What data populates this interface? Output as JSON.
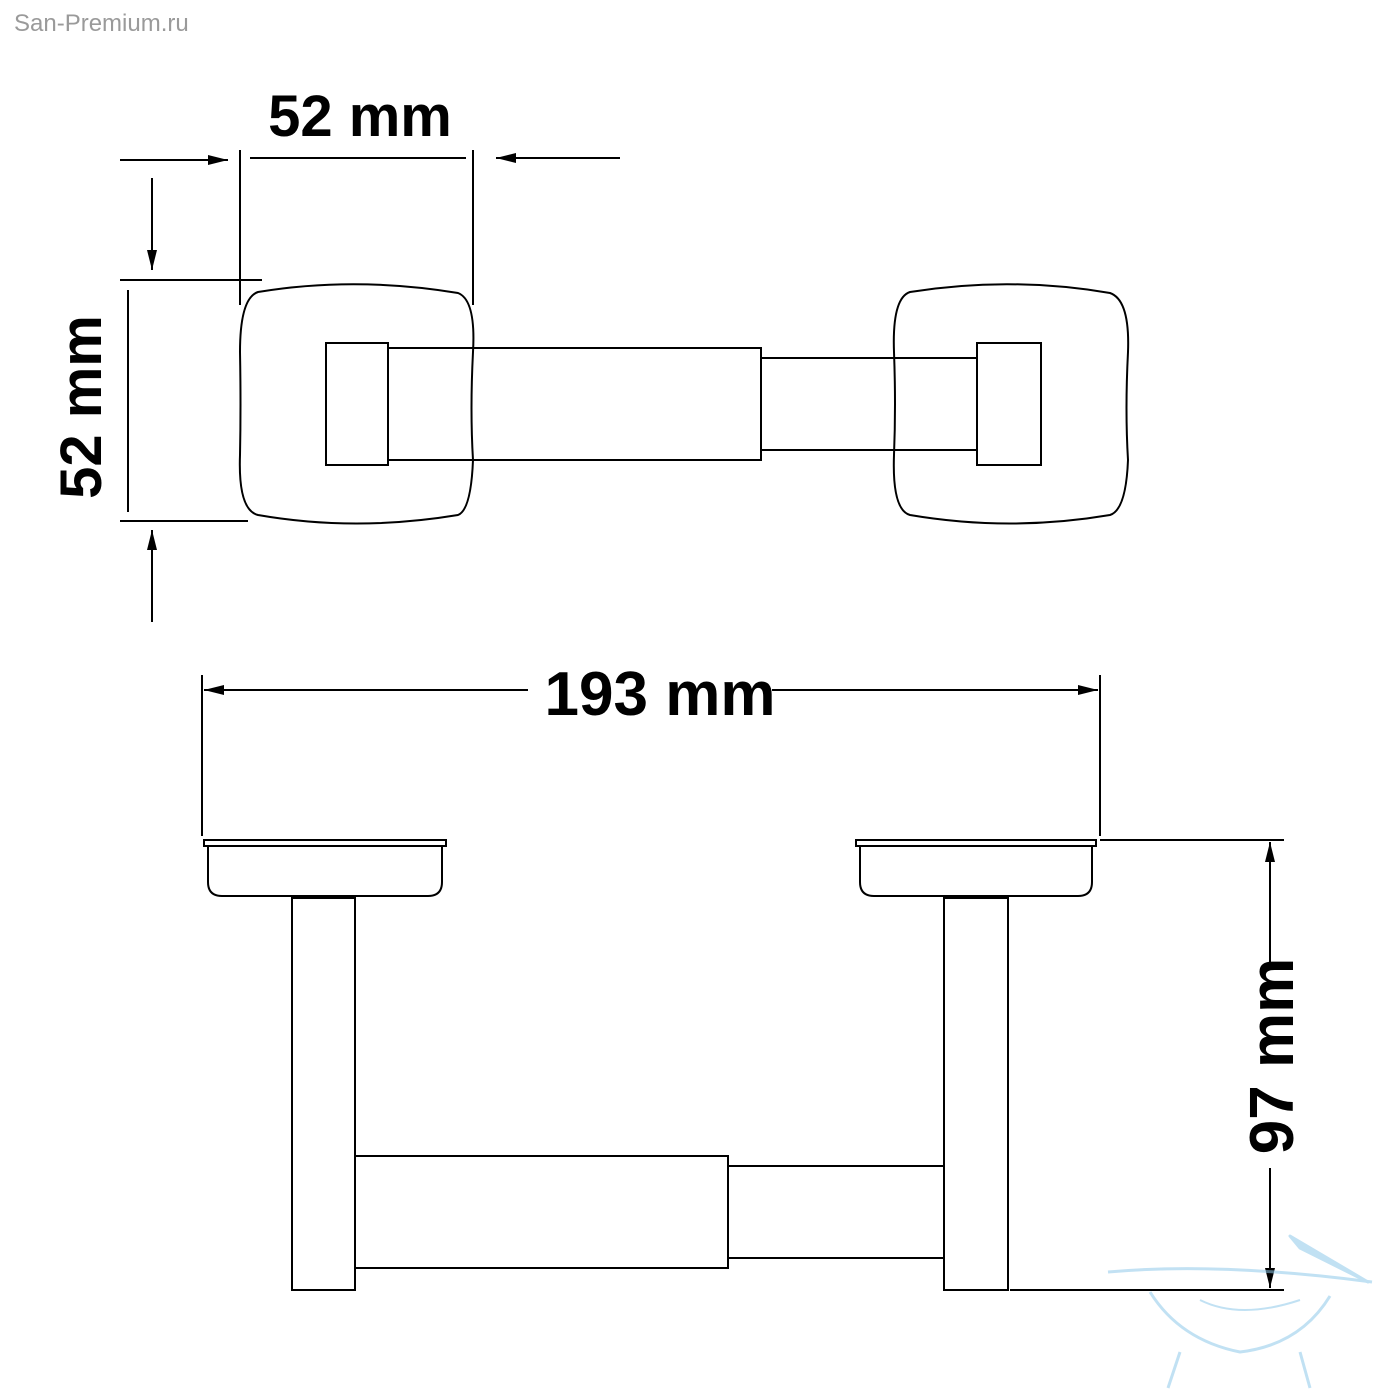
{
  "watermark": "San-Premium.ru",
  "dimensions": {
    "top_width": "52 mm",
    "top_height": "52 mm",
    "overall_width": "193 mm",
    "depth": "97 mm"
  },
  "colors": {
    "line": "#000000",
    "logo": "#8fc9ea"
  },
  "logo": "bathtub-logo"
}
